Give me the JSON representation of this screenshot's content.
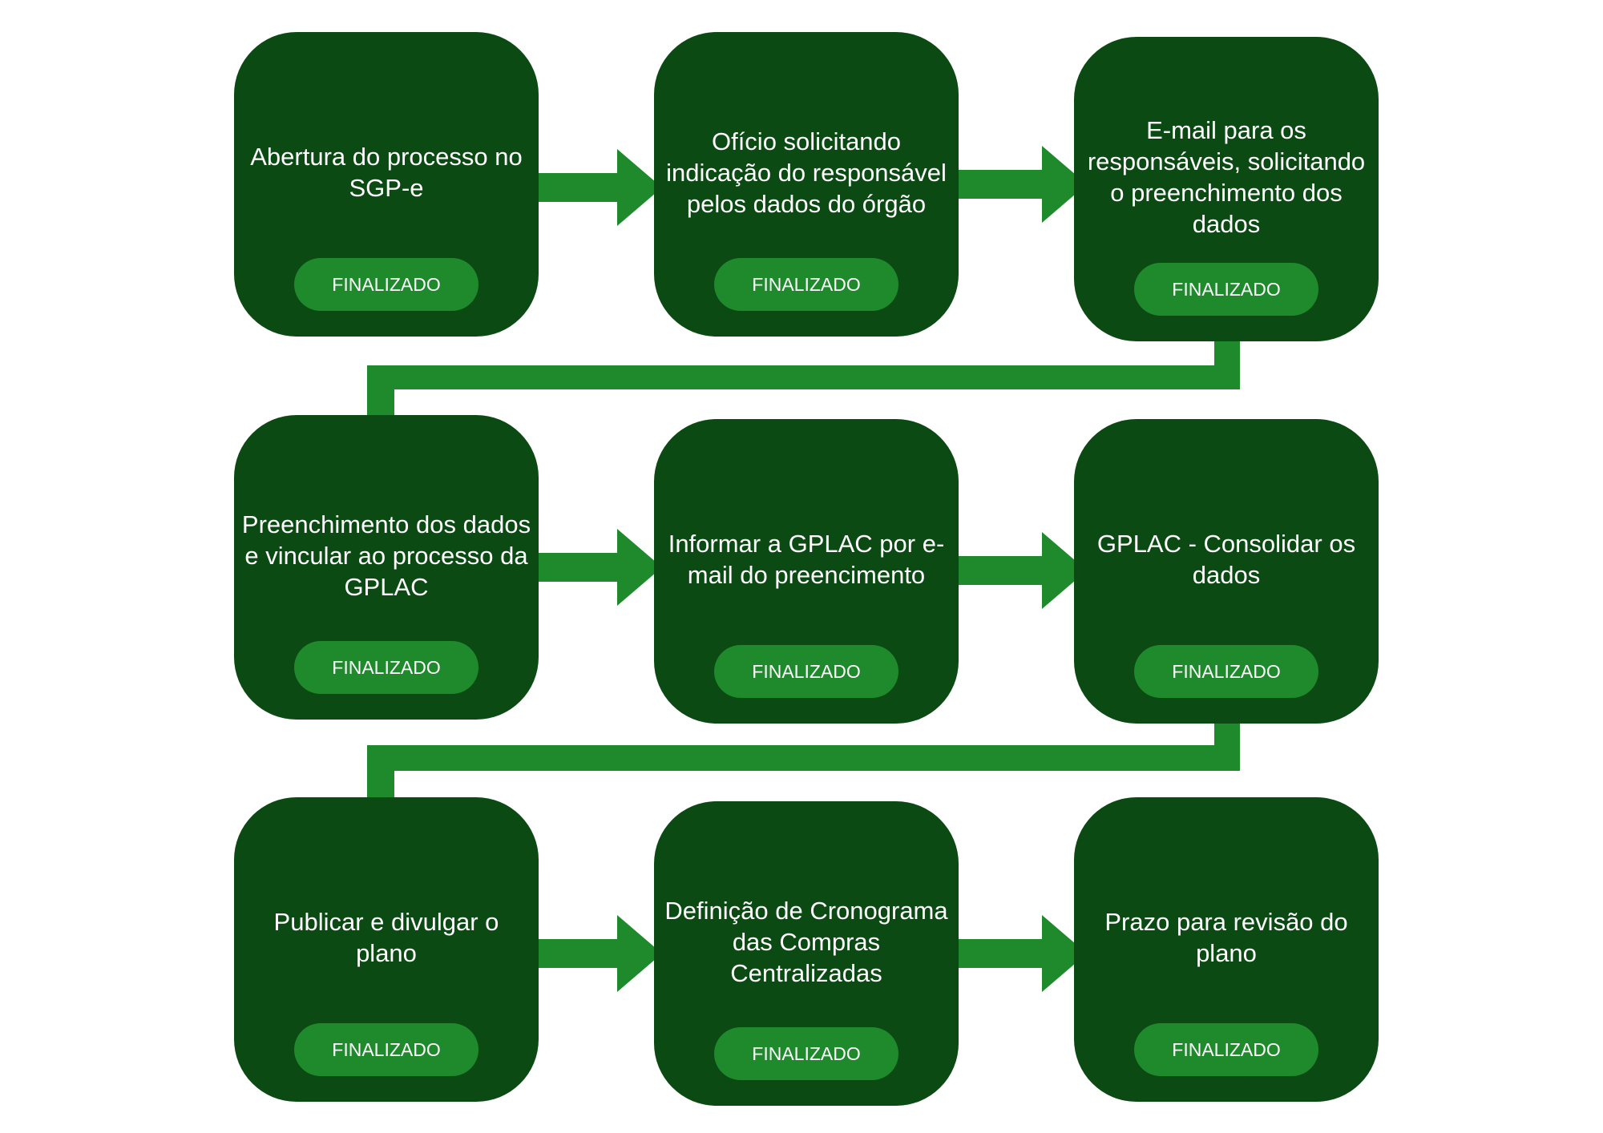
{
  "diagram": {
    "status_badge": "FINALIZADO",
    "colors": {
      "box": "#0b4a13",
      "badge": "#1e8a2c",
      "arrow": "#1e8a2c",
      "text": "#ffffff"
    },
    "steps": [
      {
        "title": "Abertura do processo no SGP-e",
        "status": "FINALIZADO"
      },
      {
        "title": "Ofício solicitando indicação do responsável pelos dados do órgão",
        "status": "FINALIZADO"
      },
      {
        "title": "E-mail para os responsáveis, solicitando o preenchimento dos dados",
        "status": "FINALIZADO"
      },
      {
        "title": "Preenchimento dos dados e vincular ao processo da GPLAC",
        "status": "FINALIZADO"
      },
      {
        "title": "Informar a GPLAC por e-mail do preencimento",
        "status": "FINALIZADO"
      },
      {
        "title": "GPLAC - Consolidar os dados",
        "status": "FINALIZADO"
      },
      {
        "title": "Publicar e divulgar o plano",
        "status": "FINALIZADO"
      },
      {
        "title": "Definição de Cronograma das Compras Centralizadas",
        "status": "FINALIZADO"
      },
      {
        "title": "Prazo para revisão do plano",
        "status": "FINALIZADO"
      }
    ],
    "connections": [
      {
        "from": 1,
        "to": 2
      },
      {
        "from": 2,
        "to": 3
      },
      {
        "from": 3,
        "to": 4
      },
      {
        "from": 4,
        "to": 5
      },
      {
        "from": 5,
        "to": 6
      },
      {
        "from": 6,
        "to": 7
      },
      {
        "from": 7,
        "to": 8
      },
      {
        "from": 8,
        "to": 9
      }
    ]
  }
}
